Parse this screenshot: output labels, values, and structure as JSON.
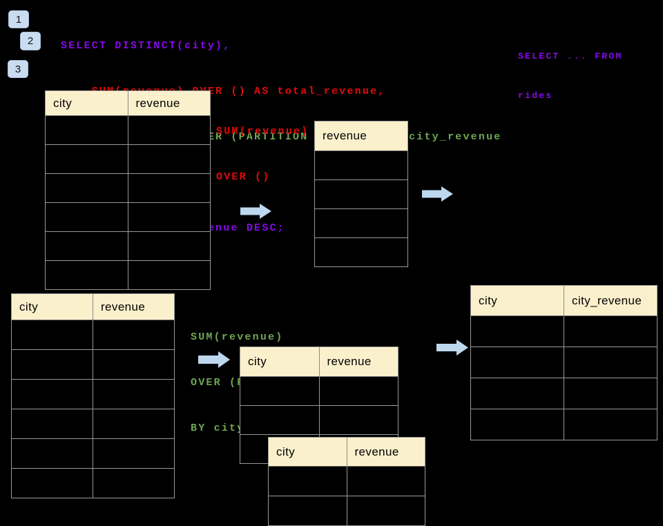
{
  "badges": [
    {
      "label": "1"
    },
    {
      "label": "2"
    },
    {
      "label": "3"
    }
  ],
  "code": {
    "main_lines": [
      {
        "text": "SELECT DISTINCT(city),",
        "color": "purple"
      },
      {
        "text": "    SUM(revenue) OVER () AS total_revenue,",
        "color": "red"
      },
      {
        "text": "    SUM(revenue) OVER (PARTITION BY city) as city_revenue",
        "color": "green"
      },
      {
        "text": "  FROM rides",
        "color": "purple"
      },
      {
        "text": "  ORDER by city_revenue DESC;",
        "color": "purple"
      }
    ],
    "side_snippet": {
      "line1": "SELECT ... FROM",
      "line2": "rides",
      "color": "purple"
    },
    "total_label": {
      "line1": "SUM(revenue)",
      "line2": "OVER ()",
      "color": "red"
    },
    "partition_label": {
      "line1": "SUM(revenue)",
      "line2": "OVER (PARTITION",
      "line3": "BY city)",
      "color": "green"
    }
  },
  "tables": {
    "source_top": {
      "headers": [
        "city",
        "revenue"
      ],
      "empty_rows": 6
    },
    "total_revenue": {
      "headers": [
        "revenue"
      ],
      "empty_rows": 4
    },
    "source_bottom": {
      "headers": [
        "city",
        "revenue"
      ],
      "empty_rows": 6
    },
    "partition_mid": {
      "headers": [
        "city",
        "revenue"
      ],
      "empty_rows": 3
    },
    "partition_overlap": {
      "headers": [
        "city",
        "revenue"
      ],
      "empty_rows": 2
    },
    "result": {
      "headers": [
        "city",
        "city_revenue"
      ],
      "empty_rows": 4
    }
  },
  "colors": {
    "background": "#000000",
    "code_purple": "#870AEB",
    "code_red": "#E60A0A",
    "code_green": "#6EA850",
    "table_header_fill": "#FBF0CC",
    "table_border": "#9A9A9A",
    "arrow_fill": "#BDD7EE",
    "badge_fill": "#C9DCF0"
  }
}
